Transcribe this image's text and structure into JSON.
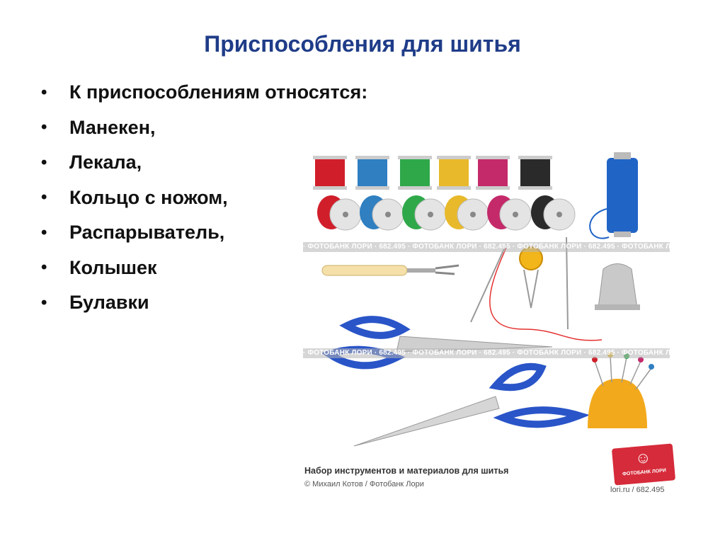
{
  "slide": {
    "title": "Приспособления для шитья",
    "bullets": [
      "К приспособлениям относятся:",
      "Манекен,",
      "Лекала,",
      "Кольцо с ножом,",
      "Распарыватель,",
      "Колышек",
      "Булавки"
    ]
  },
  "illustration": {
    "watermark": "· ФОТОБАНК ЛОРИ · 682.495 · ФОТОБАНК ЛОРИ · 682.495 · ФОТОБАНК ЛОРИ · 682.495 · ФОТОБАНК ЛОРИ · 682.495",
    "caption_title": "Набор инструментов и материалов для шитья",
    "caption_credit": "© Михаил Котов / Фотобанк Лори",
    "logo_text": "ФОТОБАНК ЛОРИ",
    "stock_id": "lori.ru / 682.495",
    "colors": {
      "red": "#d01f2b",
      "blue": "#2f7fc1",
      "green": "#2fa84a",
      "yellow": "#e8b92a",
      "magenta": "#c42a6a",
      "black": "#2a2a2a",
      "scissors": "#2a55c8",
      "pincushion": "#f2a91c",
      "logo": "#d62b3a"
    },
    "icons": [
      "thread-spool-icon",
      "seam-ripper-icon",
      "needle-threader-icon",
      "needle-icon",
      "thimble-icon",
      "scissors-icon",
      "pincushion-icon"
    ]
  }
}
